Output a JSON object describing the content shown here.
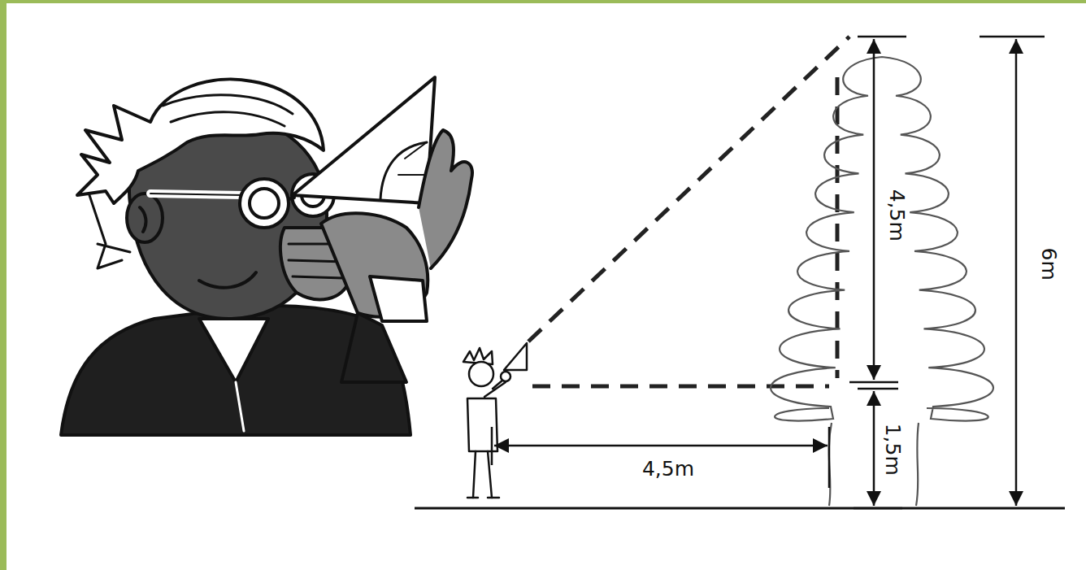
{
  "diagram": {
    "labels": [
      "4,5m",
      "6m",
      "1,5m",
      "4,5m"
    ]
  }
}
